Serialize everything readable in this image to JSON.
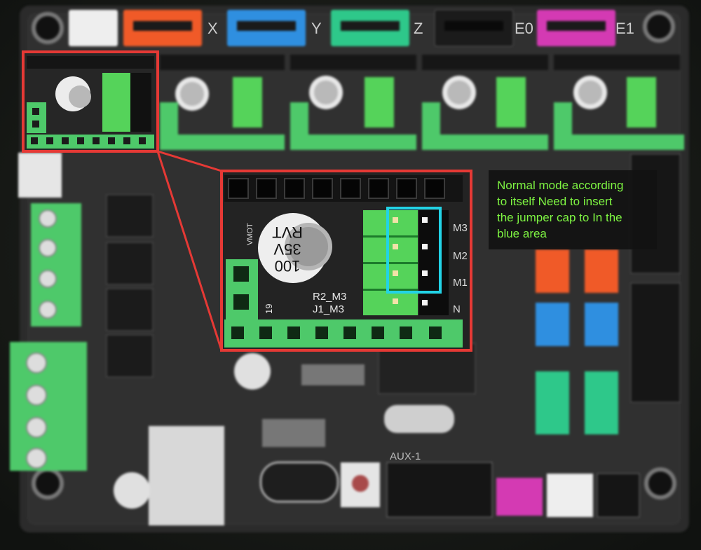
{
  "board": {
    "axis_labels": [
      "X",
      "Y",
      "Z",
      "E0",
      "E1"
    ],
    "cap_text": [
      "100",
      "35V",
      "RVT"
    ],
    "vmot_label": "VMOT",
    "silk_r2": "R2_M3",
    "silk_j1": "J1_M3",
    "pin_19": "19",
    "mode_labels": [
      "M3",
      "M2",
      "M1",
      "N"
    ],
    "aux_label": "AUX-1"
  },
  "callout": {
    "lines": [
      "Normal mode according",
      "to itself Need to insert",
      "the jumper cap to In the",
      "blue area"
    ],
    "text_color": "#7ef542",
    "highlight_color": "#22d3e6",
    "frame_color": "#e53935"
  },
  "colors": {
    "terminal_green": "#4ec96a",
    "pin_green": "#55d35a",
    "orange": "#f05a28",
    "blue": "#2f8fe0",
    "teal": "#2ec88a",
    "magenta": "#d43ab3",
    "pcb": "#2a2a2a"
  }
}
